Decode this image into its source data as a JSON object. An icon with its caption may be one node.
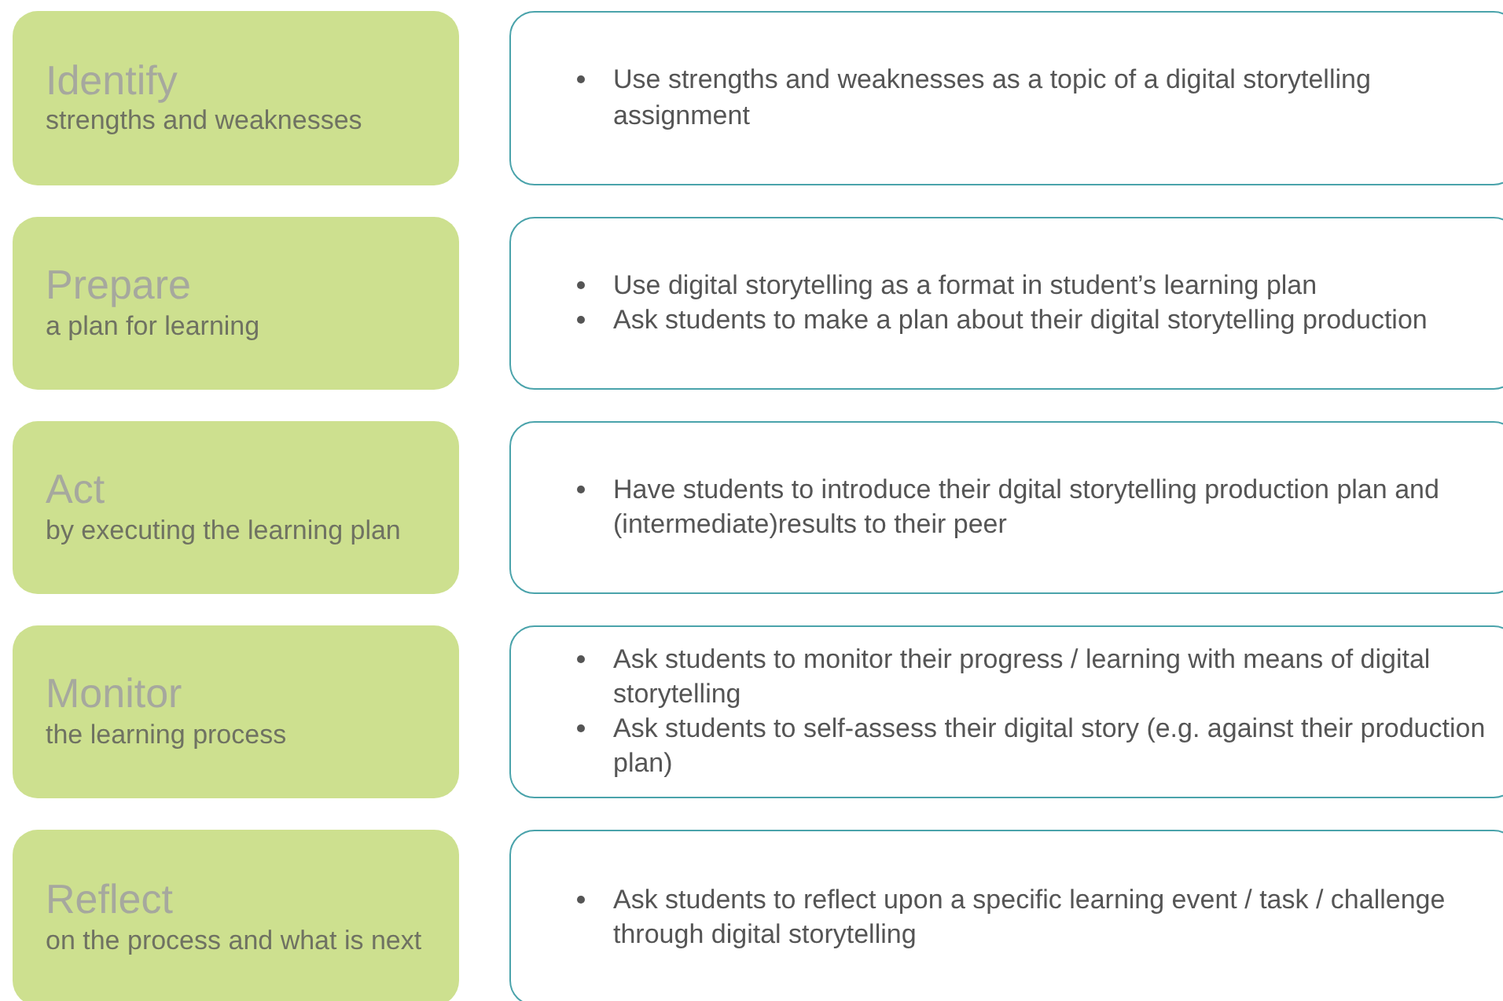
{
  "diagram": {
    "nodes": [
      {
        "text": [
          "Identify",
          "strengths and weaknesses"
        ]
      },
      {
        "text": [
          "Use strengths and weaknesses as a topic of a digital storytelling assignment"
        ]
      },
      {
        "text": [
          "Prepare",
          "a plan for learning"
        ]
      },
      {
        "text": [
          "Use digital storytelling as a format in student’s learning plan",
          "Ask students to make a plan about their digital storytelling production"
        ]
      },
      {
        "text": [
          "Act",
          "by executing the learning plan"
        ]
      },
      {
        "text": [
          "Have students to introduce their dgital storytelling production plan and (intermediate)results to their peer"
        ]
      },
      {
        "text": [
          "Monitor",
          "the learning process"
        ]
      },
      {
        "text": [
          "Ask students to monitor their progress / learning with means of digital storytelling",
          "Ask students to self-assess their digital story (e.g. against their production plan)"
        ]
      },
      {
        "text": [
          "Reflect",
          "on the process and what is next"
        ]
      },
      {
        "text": [
          "Ask students to reflect upon a specific learning event / task / challenge through digital storytelling"
        ]
      }
    ]
  }
}
